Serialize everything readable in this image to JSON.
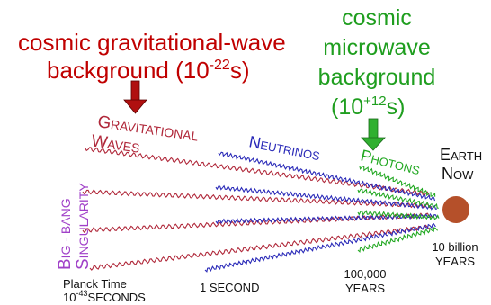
{
  "callouts": {
    "gw_line1": "cosmic gravitational-wave",
    "gw_line2_pre": "background (10",
    "gw_exp": "-22",
    "gw_line2_post": "s)",
    "cmb_line1": "cosmic",
    "cmb_line2": "microwave",
    "cmb_line3": "background",
    "cmb_line4_pre": "(10",
    "cmb_exp": "+12",
    "cmb_line4_post": "s)"
  },
  "labels": {
    "singularity_line1_cap": "B",
    "singularity_line1_rest": "IG - BANG",
    "singularity_line2_cap": "S",
    "singularity_line2_rest": "INGULARITY",
    "gw_cap1": "G",
    "gw_rest1": "RAVITATIONAL",
    "gw_cap2": "W",
    "gw_rest2": "AVES",
    "neutrinos_cap": "N",
    "neutrinos_rest": "EUTRINOS",
    "photons_cap": "P",
    "photons_rest": "HOTONS",
    "earth_cap": "E",
    "earth_rest": "ARTH",
    "now_cap": "N",
    "now_rest": "OW"
  },
  "times": {
    "planck_line1": "Planck Time",
    "planck_pre": "10",
    "planck_exp": "-43",
    "planck_post": "SECONDS",
    "one_second": "1 SECOND",
    "years_100k_line1": "100,000",
    "years_100k_line2": "YEARS",
    "billion_line1": "10 billion",
    "billion_line2": "YEARS"
  },
  "colors": {
    "gravitational": "#b0283a",
    "neutrino": "#2a2ab8",
    "photon": "#22a822",
    "singularity": "#a040c8",
    "earth": "#b5502a",
    "callout_red": "#c00000",
    "callout_green": "#1f9e1f",
    "arrow_red": "#b01010",
    "arrow_green": "#30b030",
    "text_dark": "#111111"
  }
}
